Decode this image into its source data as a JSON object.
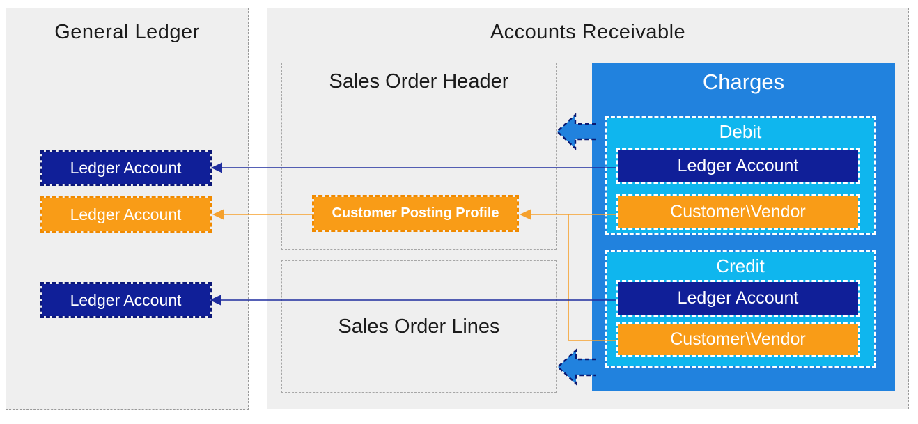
{
  "colors": {
    "blue": "#2182DE",
    "cyan": "#0FB6EE",
    "navy": "#101F98",
    "navy_border": "#0B1778",
    "orange": "#F99C17",
    "orange_border": "#F08A00",
    "line_navy": "#1F2D9E",
    "line_orange": "#F5A12D",
    "arrow_outline": "#0A1870",
    "panel_bg": "#EFEFEF",
    "panel_border": "#999999",
    "title_color": "#1B1B1B",
    "white": "#FFFFFF"
  },
  "general_ledger": {
    "title": "General Ledger",
    "accounts": [
      {
        "label": "Ledger Account",
        "variant": "navy"
      },
      {
        "label": "Ledger Account",
        "variant": "orange"
      },
      {
        "label": "Ledger Account",
        "variant": "navy"
      }
    ]
  },
  "accounts_receivable": {
    "title": "Accounts Receivable",
    "sales_order_header": "Sales Order Header",
    "sales_order_lines": "Sales Order Lines",
    "customer_posting_profile": "Customer Posting Profile",
    "charges": {
      "title": "Charges",
      "debit": {
        "title": "Debit",
        "ledger_account": "Ledger Account",
        "customer_vendor": "Customer\\Vendor"
      },
      "credit": {
        "title": "Credit",
        "ledger_account": "Ledger Account",
        "customer_vendor": "Customer\\Vendor"
      }
    }
  }
}
